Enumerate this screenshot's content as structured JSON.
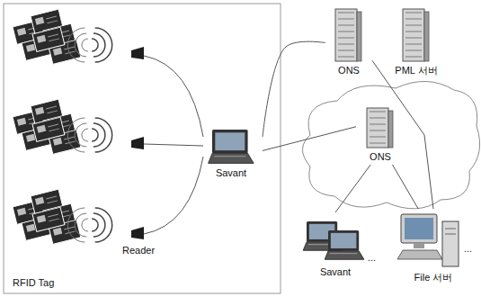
{
  "diagram": {
    "nodes": [
      {
        "text": [
          "Savant"
        ]
      },
      {
        "text": [
          "ONS"
        ]
      },
      {
        "text": [
          "PML 서버"
        ]
      },
      {
        "text": [
          "ONS"
        ]
      },
      {
        "text": [
          "Savant"
        ]
      },
      {
        "text": [
          "File 서버"
        ]
      }
    ],
    "edges": [
      {
        "from": 0,
        "to": 1,
        "arrow": "none"
      },
      {
        "from": 0,
        "to": 3,
        "arrow": "none"
      },
      {
        "from": 1,
        "to": 5,
        "arrow": "none"
      },
      {
        "from": 3,
        "to": 4,
        "arrow": "none"
      },
      {
        "from": 3,
        "to": 5,
        "arrow": "none"
      }
    ],
    "labels": [
      "RFID Tag",
      "Reader",
      "...",
      "..."
    ]
  }
}
